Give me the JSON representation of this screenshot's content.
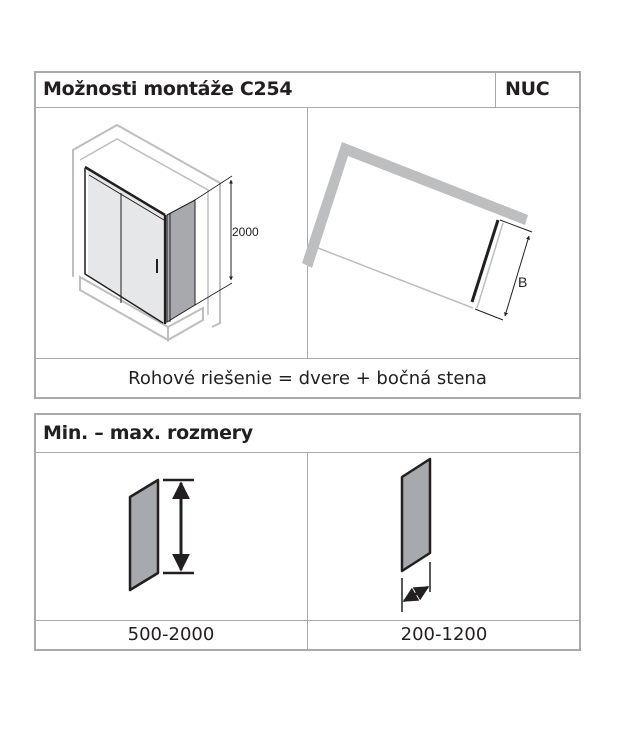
{
  "mounting": {
    "title": "Možnosti montáže C254",
    "code": "NUC",
    "height_dimension": "2000",
    "width_label": "B",
    "caption": "Rohové riešenie = dvere + bočná stena"
  },
  "dimensions": {
    "title": "Min. – max. rozmery",
    "height_range": "500-2000",
    "width_range": "200-1200"
  }
}
